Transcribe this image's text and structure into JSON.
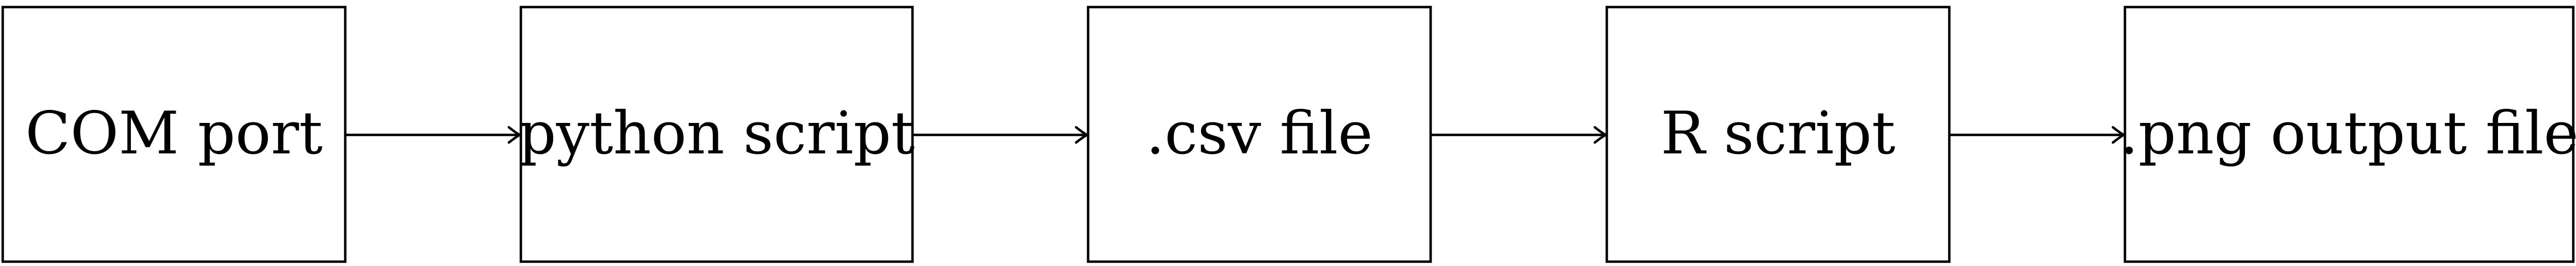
{
  "diagram": {
    "type": "flowchart",
    "direction": "left-to-right",
    "nodes": [
      {
        "id": "com-port",
        "label": "COM port"
      },
      {
        "id": "python-script",
        "label": "python script"
      },
      {
        "id": "csv-file",
        "label": ".csv file"
      },
      {
        "id": "r-script",
        "label": "R script"
      },
      {
        "id": "png-output-file",
        "label": ".png output file"
      }
    ],
    "edges": [
      {
        "from": "com-port",
        "to": "python-script"
      },
      {
        "from": "python-script",
        "to": "csv-file"
      },
      {
        "from": "csv-file",
        "to": "r-script"
      },
      {
        "from": "r-script",
        "to": "png-output-file"
      }
    ],
    "colors": {
      "stroke": "#000000",
      "background": "#ffffff",
      "text": "#000000"
    }
  }
}
